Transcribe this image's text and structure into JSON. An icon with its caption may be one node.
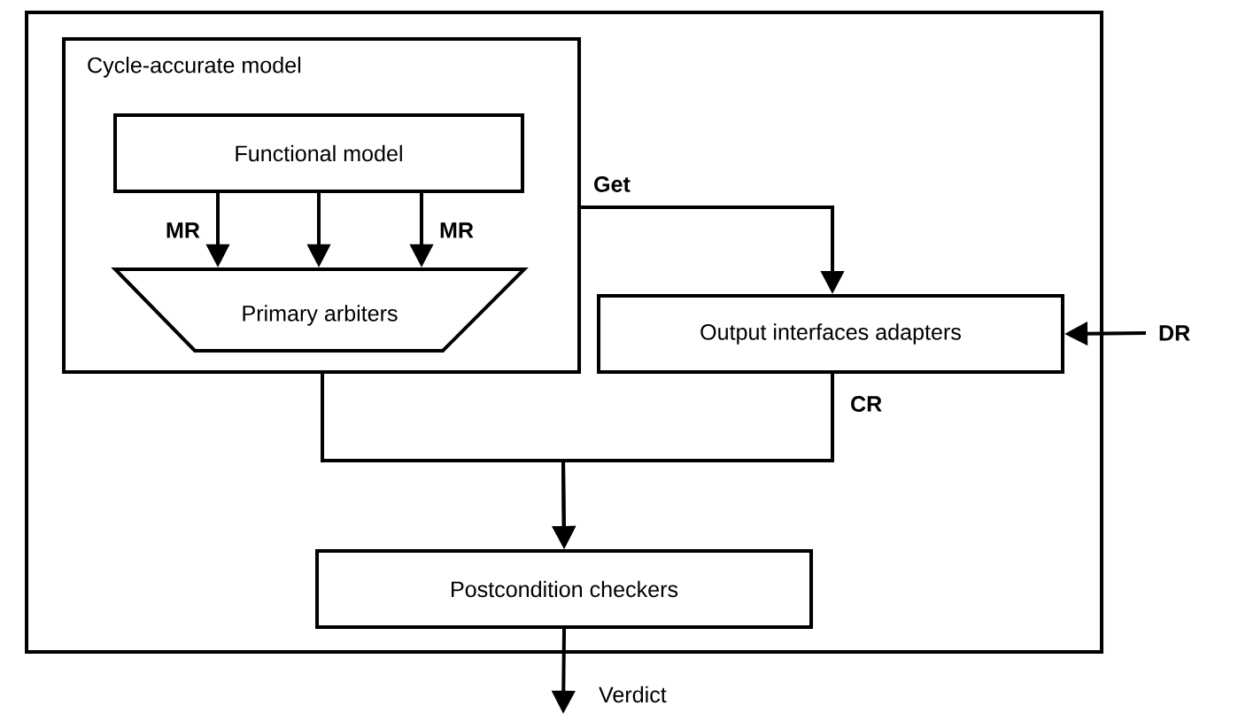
{
  "diagram": {
    "nodes": [
      {
        "text": [],
        "shape": "box"
      },
      {
        "text": [
          "Cycle-accurate model"
        ],
        "in": 0
      },
      {
        "text": [
          "Functional model"
        ],
        "in": 1
      },
      {
        "text": [
          "Primary arbiters"
        ],
        "in": 1
      },
      {
        "text": [
          "Output interfaces adapters"
        ],
        "in": 0
      },
      {
        "text": [
          "Postcondition checkers"
        ],
        "in": 0
      }
    ],
    "edges": [
      {
        "from": 2,
        "to": 3,
        "arrow": "to",
        "label": "MR"
      },
      {
        "from": 2,
        "to": 3,
        "arrow": "to"
      },
      {
        "from": 2,
        "to": 3,
        "arrow": "to",
        "label": "MR"
      },
      {
        "from": 1,
        "to": 4,
        "arrow": "to",
        "label": "Get"
      },
      {
        "from": null,
        "to": 4,
        "arrow": "to",
        "label": "DR"
      },
      {
        "from": 1,
        "to": 5,
        "arrow": "to"
      },
      {
        "from": 4,
        "to": 5,
        "arrow": "to",
        "label": "CR"
      },
      {
        "from": 5,
        "to": null,
        "arrow": "to",
        "label": "Verdict"
      }
    ]
  }
}
